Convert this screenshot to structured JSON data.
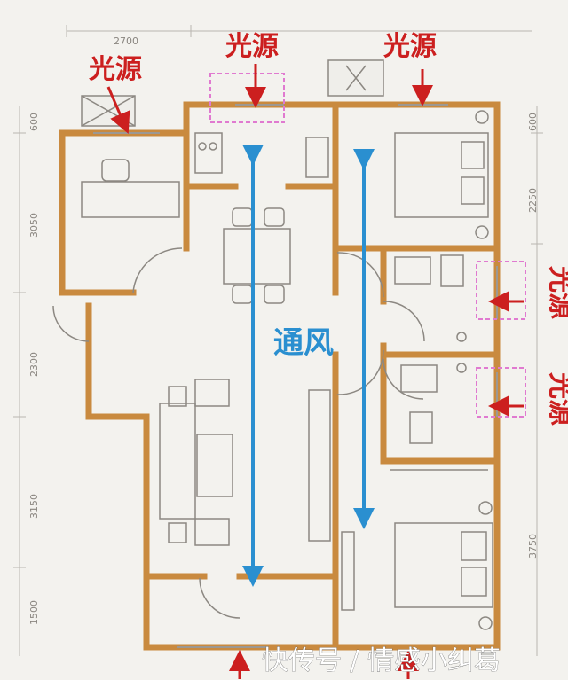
{
  "labels": {
    "light_source": "光源",
    "ventilation": "通风"
  },
  "dimensions": {
    "top": "2700",
    "left": [
      "600",
      "3050",
      "2300",
      "3150",
      "1500"
    ],
    "right": [
      "600",
      "2250",
      "3750"
    ]
  },
  "watermark": "快传号 / 情感小纠葛",
  "colors": {
    "wall": "#c98a3f",
    "arrow_red": "#cc1f1f",
    "arrow_blue": "#2a8fd0",
    "highlight_box": "#e07ad0"
  }
}
